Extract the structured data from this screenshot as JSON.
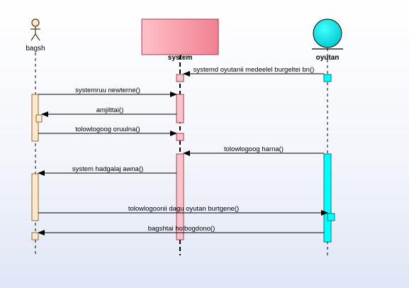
{
  "participants": {
    "bagsh": {
      "label": "bagsh",
      "kind": "actor",
      "fill": "#fde8cc"
    },
    "system": {
      "label": "system",
      "kind": "boundary-box",
      "fill": "#f4a6b0"
    },
    "oyutan": {
      "label": "oyutan",
      "kind": "entity-circle",
      "fill": "#00ffff"
    }
  },
  "messages": [
    {
      "text": "systemd oyutanii medeelel burgeltei bn()",
      "from": "oyutan",
      "to": "system"
    },
    {
      "text": "systemruu newterne()",
      "from": "bagsh",
      "to": "system"
    },
    {
      "text": "amjilttai()",
      "from": "system",
      "to": "bagsh"
    },
    {
      "text": "tolowlogoog oruulna()",
      "from": "bagsh",
      "to": "system"
    },
    {
      "text": "tolowlogoog harna()",
      "from": "oyutan",
      "to": "system"
    },
    {
      "text": "system hadgalaj awna()",
      "from": "system",
      "to": "bagsh"
    },
    {
      "text": "tolowlogoonii dagu oyutan burtgene()",
      "from": "bagsh",
      "to": "oyutan"
    },
    {
      "text": "bagshtai holbogdono()",
      "from": "oyutan",
      "to": "bagsh"
    }
  ],
  "colors": {
    "background_top": "#ffffff",
    "background_bottom": "#dfe6f5",
    "actor_activation": "#fde8cc",
    "system_activation": "#f7c4cb",
    "oyutan_activation": "#00ffff",
    "line": "#000000"
  }
}
